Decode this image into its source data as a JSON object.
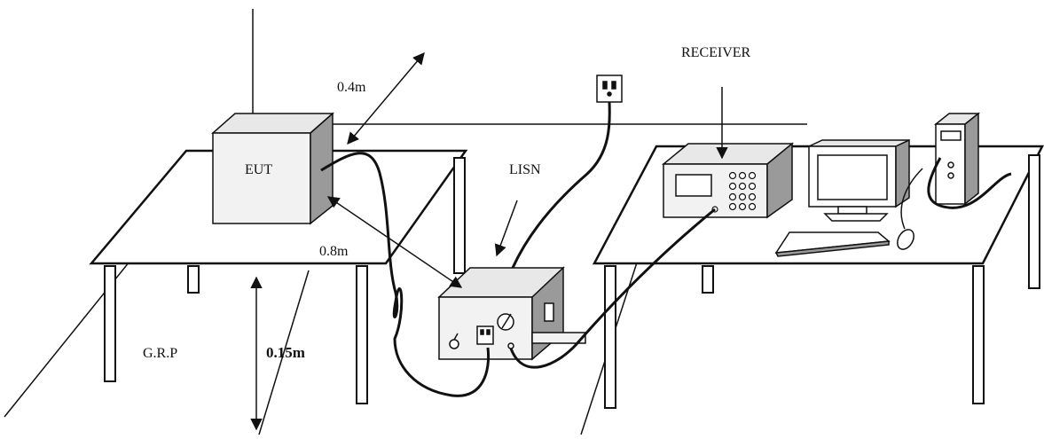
{
  "labels": {
    "eut": "EUT",
    "lisn": "LISN",
    "receiver": "RECEIVER",
    "grp": "G.R.P",
    "dist_04": "0.4m",
    "dist_08": "0.8m",
    "dist_015": "0.15m"
  },
  "colors": {
    "line": "#111111",
    "background": "#ffffff",
    "device_face": "#f2f2f2",
    "device_side": "#9a9a9a"
  }
}
